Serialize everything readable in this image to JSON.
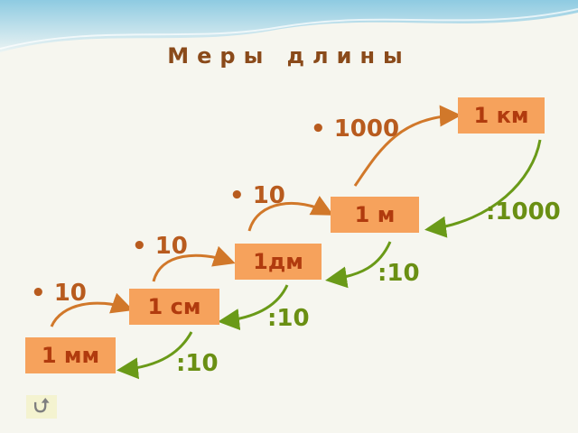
{
  "title": "Меры длины",
  "units": [
    "1 км",
    "1 м",
    "1дм",
    "1 см",
    "1 мм"
  ],
  "multipliers": [
    "1000",
    "10",
    "10",
    "10"
  ],
  "divisors": [
    ":1000",
    ":10",
    ":10",
    ":10"
  ],
  "bullet": "•",
  "colors": {
    "accent": "#f6a25c",
    "unit_text": "#b13b0e",
    "multiply": "#b85b1e",
    "divide": "#6a8f13"
  },
  "back_icon": "u-turn-arrow-icon"
}
